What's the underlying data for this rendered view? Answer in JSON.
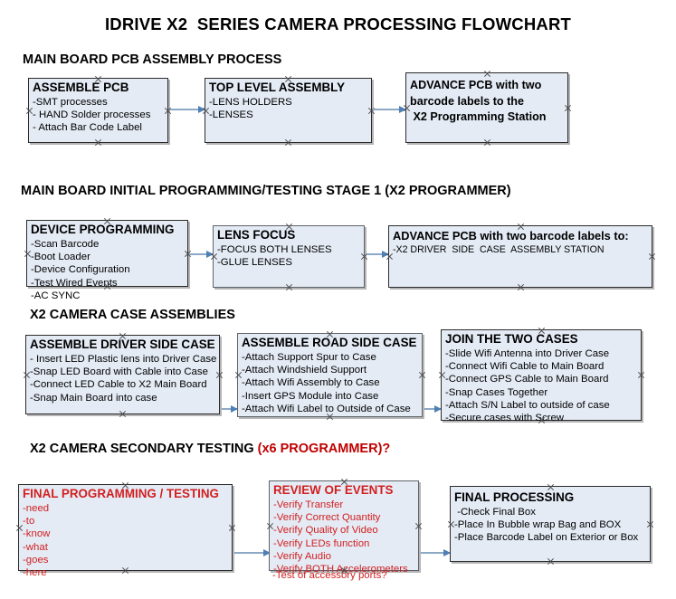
{
  "title": "IDRIVE X2  SERIES CAMERA PROCESSING FLOWCHART",
  "colors": {
    "box_fill": "#e4ebf5",
    "box_border": "#2b2b2b",
    "connector": "#8ca9c6",
    "arrow": "#4e7fb5",
    "red_text": "#d21f1f",
    "background": "#ffffff"
  },
  "sections": [
    {
      "heading": "MAIN BOARD PCB ASSEMBLY PROCESS",
      "heading_accent": "",
      "boxes": [
        {
          "title": "ASSEMBLE PCB",
          "lines": [
            "-SMT processes",
            "- HAND Solder processes",
            "- Attach Bar Code Label"
          ]
        },
        {
          "title": "TOP LEVEL ASSEMBLY",
          "lines": [
            "-LENS HOLDERS",
            "-LENSES"
          ]
        },
        {
          "title": "",
          "lines": [
            "ADVANCE PCB with two",
            "barcode labels to the",
            " X2 Programming Station"
          ]
        }
      ]
    },
    {
      "heading": "MAIN BOARD INITIAL PROGRAMMING/TESTING STAGE 1 (X2 PROGRAMMER)",
      "heading_accent": "",
      "boxes": [
        {
          "title": "DEVICE PROGRAMMING",
          "lines": [
            "-Scan Barcode",
            "-Boot Loader",
            "-Device Configuration",
            "-Test Wired Events",
            "-AC SYNC"
          ]
        },
        {
          "title": "LENS FOCUS",
          "lines": [
            "-FOCUS BOTH LENSES",
            "-GLUE LENSES"
          ]
        },
        {
          "title": "ADVANCE PCB with two barcode labels to:",
          "lines": [
            "-X2 DRIVER  SIDE  CASE  ASSEMBLY STATION"
          ]
        }
      ]
    },
    {
      "heading": "X2 CAMERA CASE ASSEMBLIES",
      "heading_accent": "",
      "boxes": [
        {
          "title": "ASSEMBLE DRIVER SIDE CASE",
          "lines": [
            "- Insert LED Plastic lens into Driver Case",
            "-Snap LED Board with Cable into Case",
            "-Connect LED Cable to X2 Main Board",
            "-Snap Main Board into case"
          ]
        },
        {
          "title": "ASSEMBLE ROAD SIDE CASE",
          "lines": [
            "-Attach Support Spur to Case",
            "-Attach Windshield Support",
            "-Attach Wifi Assembly to Case",
            "-Insert GPS Module into Case",
            "-Attach Wifi Label to Outside of Case"
          ]
        },
        {
          "title": "JOIN THE TWO CASES",
          "lines": [
            "-Slide Wifi Antenna into Driver Case",
            "-Connect Wifi Cable to Main Board",
            "-Connect GPS Cable to Main Board",
            "-Snap Cases Together",
            "-Attach S/N Label to outside of case",
            "-Secure cases with Screw"
          ]
        }
      ]
    },
    {
      "heading": "X2 CAMERA SECONDARY TESTING ",
      "heading_accent": "(x6 PROGRAMMER)?",
      "boxes": [
        {
          "title": "FINAL PROGRAMMING / TESTING",
          "lines": [
            "-need",
            "-to",
            "-know",
            "-what",
            "-goes",
            "-here"
          ]
        },
        {
          "title": "REVIEW OF EVENTS",
          "lines": [
            "-Verify Transfer",
            "-Verify Correct Quantity",
            "-Verify Quality of Video",
            "-Verify LEDs function",
            "-Verify Audio",
            "-Verify BOTH Accelerometers"
          ],
          "overflow_line": "-Test of accessory ports?"
        },
        {
          "title": "FINAL PROCESSING",
          "lines": [
            " -Check Final Box",
            "-Place In Bubble wrap Bag and BOX",
            "-Place Barcode Label on Exterior or Box"
          ]
        }
      ]
    }
  ]
}
